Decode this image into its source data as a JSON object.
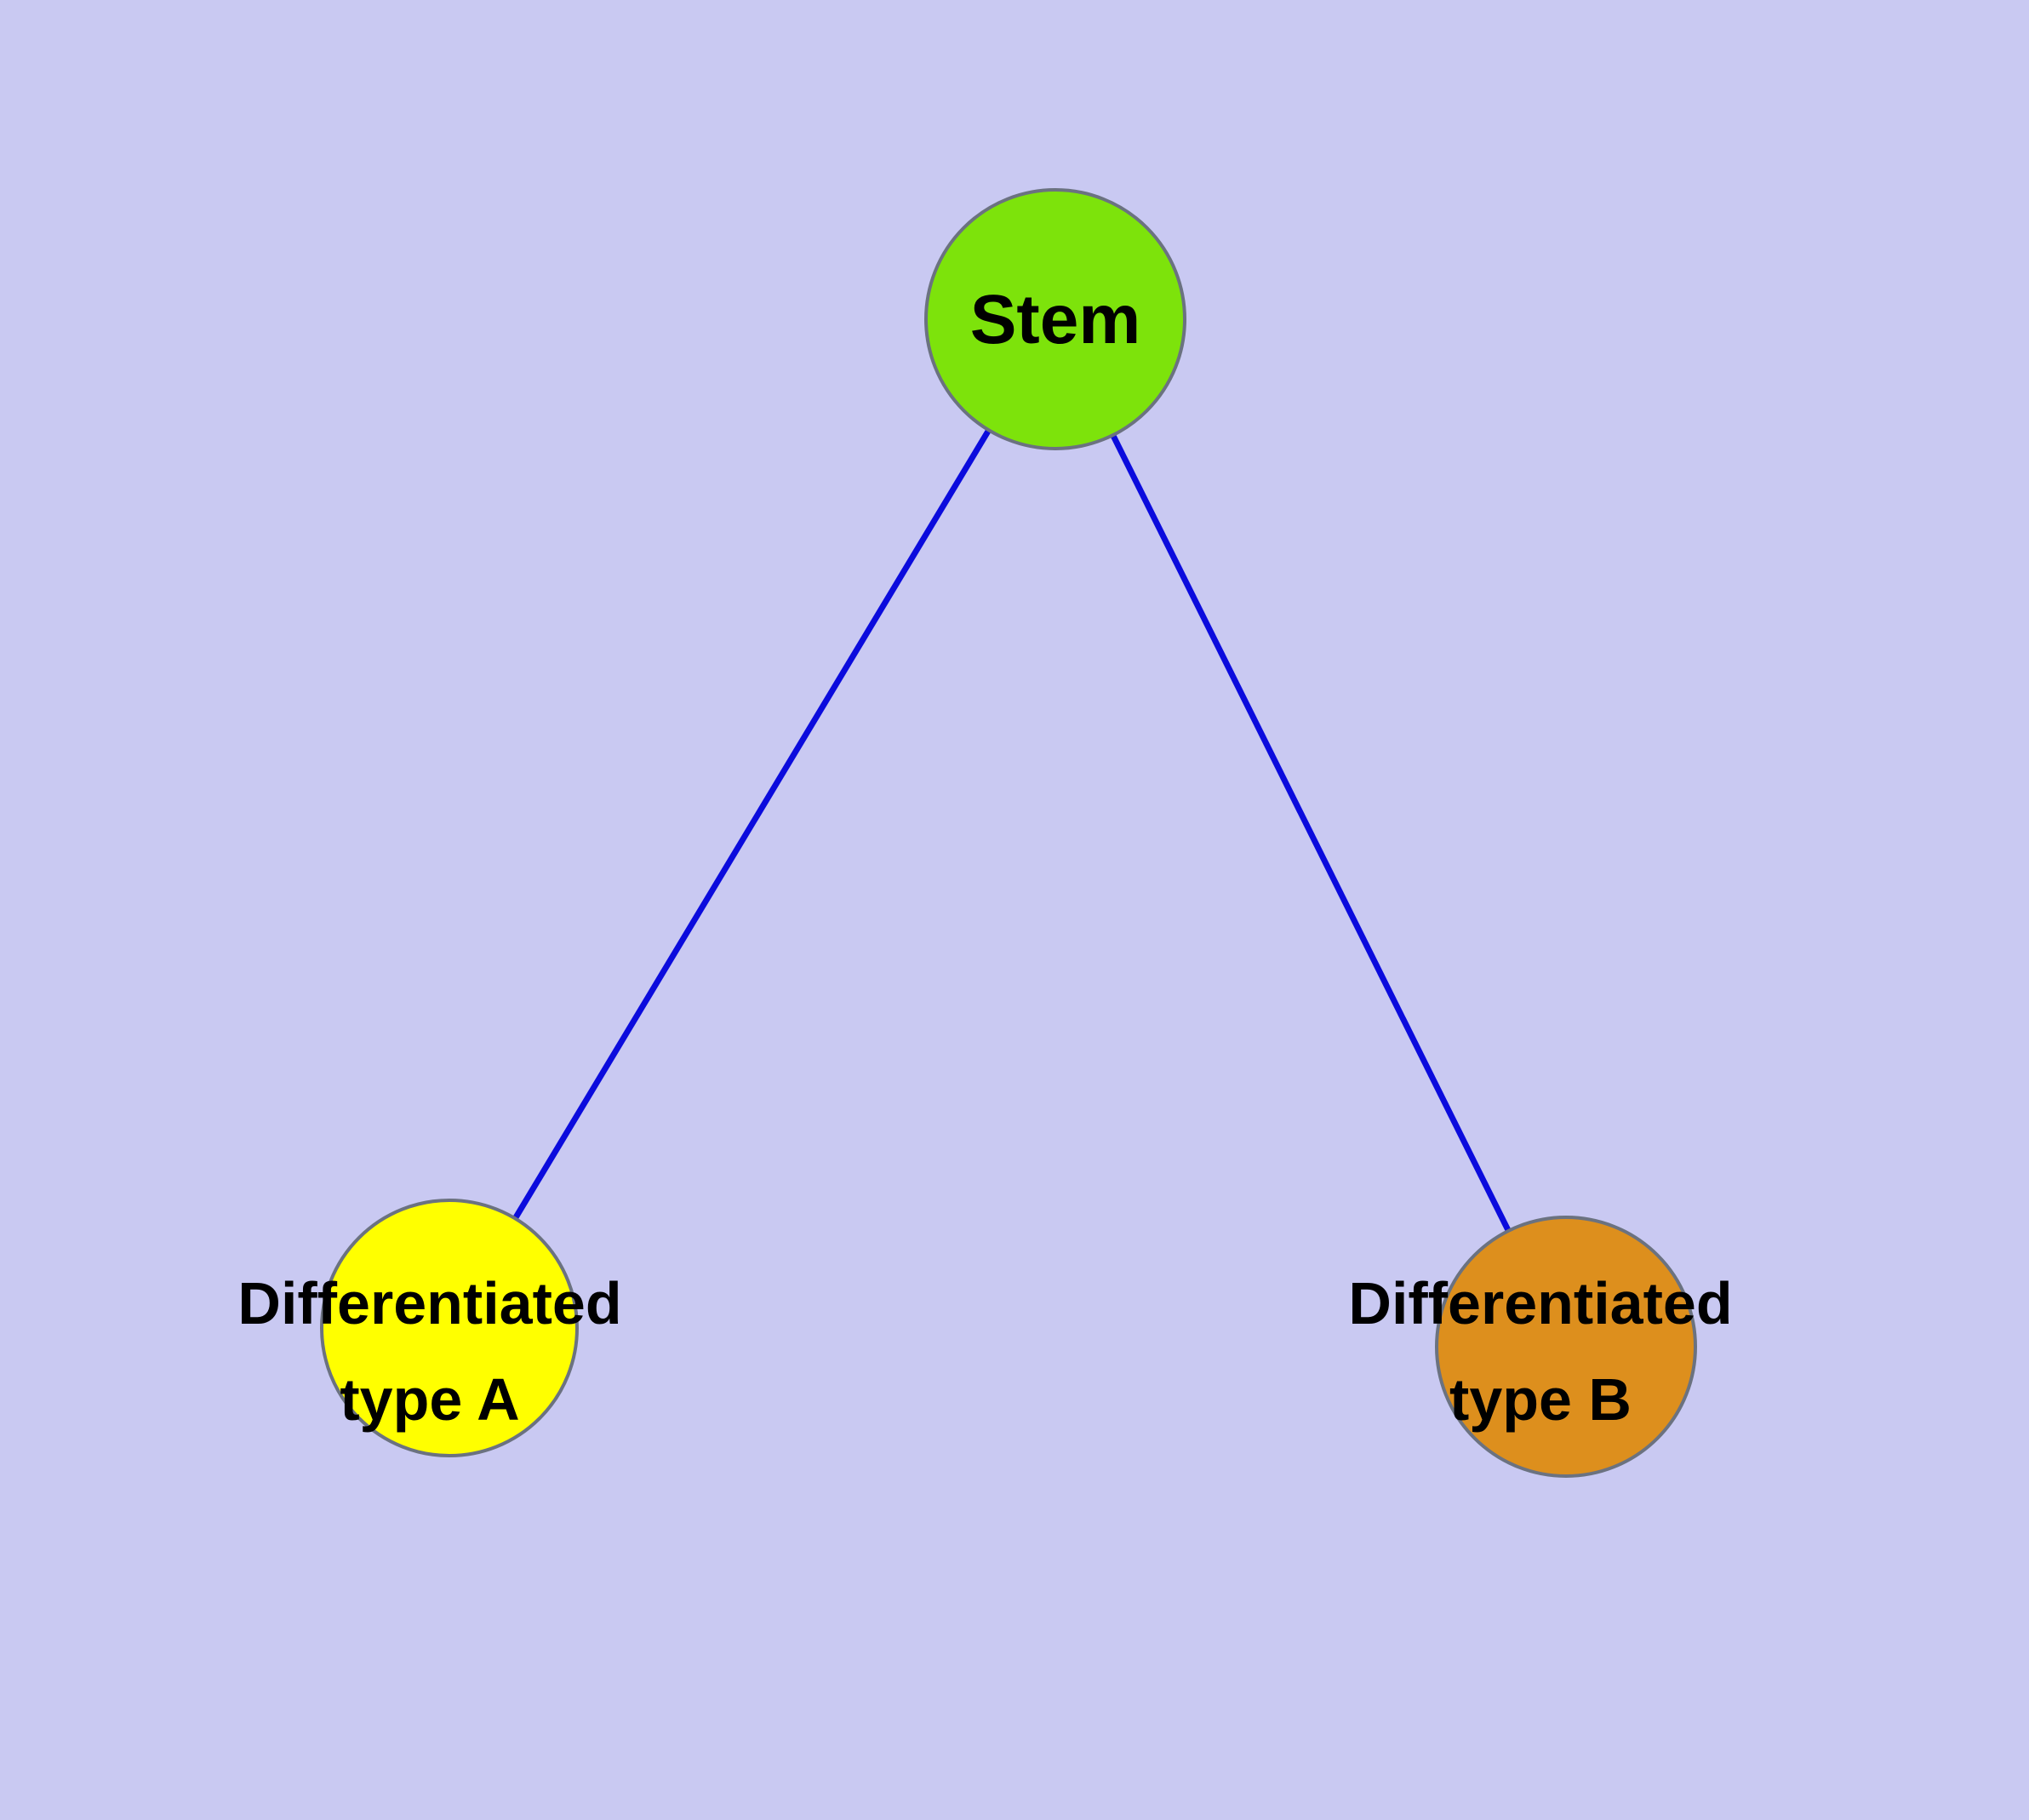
{
  "diagram": {
    "title": "stem-cell-differentiation-graph",
    "background_color": "#c9c9f2",
    "edge_color": "#0b0bdd",
    "node_stroke_color": "#6b7280",
    "nodes": {
      "stem": {
        "label": "Stem",
        "color": "#7de30b"
      },
      "type_a": {
        "label_line1": "Differentiated",
        "label_line2": "type A",
        "color": "#ffff00"
      },
      "type_b": {
        "label_line1": "Differentiated",
        "label_line2": "type B",
        "color": "#dd8f1d"
      }
    },
    "edges": [
      {
        "from": "stem",
        "to": "type_a"
      },
      {
        "from": "stem",
        "to": "type_b"
      }
    ]
  }
}
